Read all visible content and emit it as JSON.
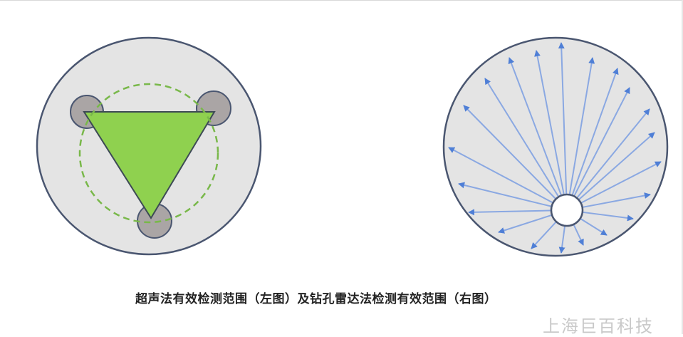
{
  "caption": "超声法有效检测范围（左图）及钻孔雷达法检测有效范围（右图）",
  "watermark": "上海巨百科技",
  "colors": {
    "disk_fill": "#e4e4e4",
    "disk_stroke": "#4a5670",
    "triangle_fill": "#8fd14f",
    "dashed_circle": "#79b84a",
    "probe_fill": "#aaa5a5",
    "arrow": "#4f7fd6",
    "hole_fill": "#ffffff"
  },
  "left_diagram": {
    "probe_count": 3,
    "shape": "triangle",
    "coverage": "dashed-circle"
  },
  "right_diagram": {
    "ray_count": 21,
    "shape": "borehole-radial-rays"
  }
}
